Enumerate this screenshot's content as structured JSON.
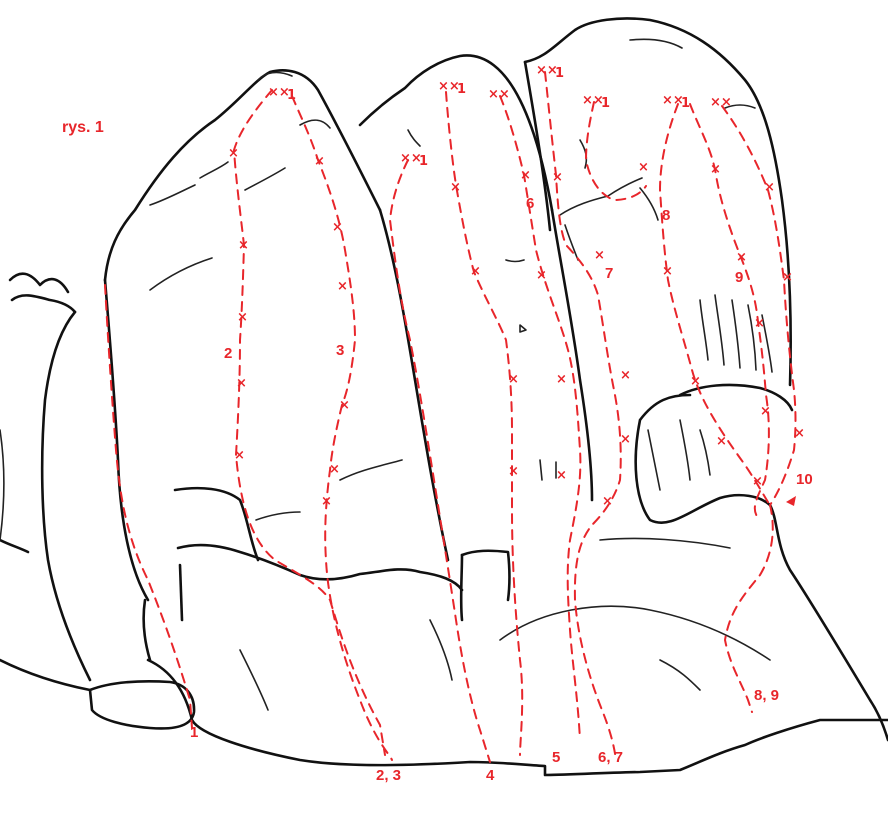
{
  "title": "rys. 1",
  "colors": {
    "route": "#e8262b",
    "rock": "#111111"
  },
  "bolt_mark": "×",
  "anchor_mark": "××",
  "anchor_suffix": "1",
  "routes": [
    {
      "label_mid": "",
      "label_base": "1"
    },
    {
      "label_mid": "2",
      "label_base": "2, 3"
    },
    {
      "label_mid": "3",
      "label_base": "2, 3"
    },
    {
      "label_mid": "",
      "label_base": "4"
    },
    {
      "label_mid": "",
      "label_base": "5"
    },
    {
      "label_mid": "6",
      "label_base": "6, 7"
    },
    {
      "label_mid": "7",
      "label_base": "6, 7"
    },
    {
      "label_mid": "8",
      "label_base": "8, 9"
    },
    {
      "label_mid": "9",
      "label_base": "8, 9"
    },
    {
      "label_mid": "10",
      "label_base": ""
    }
  ],
  "base_labels": [
    "1",
    "2, 3",
    "4",
    "5",
    "6, 7",
    "8, 9"
  ],
  "mid_labels": [
    "2",
    "3",
    "6",
    "7",
    "8",
    "9",
    "10"
  ]
}
